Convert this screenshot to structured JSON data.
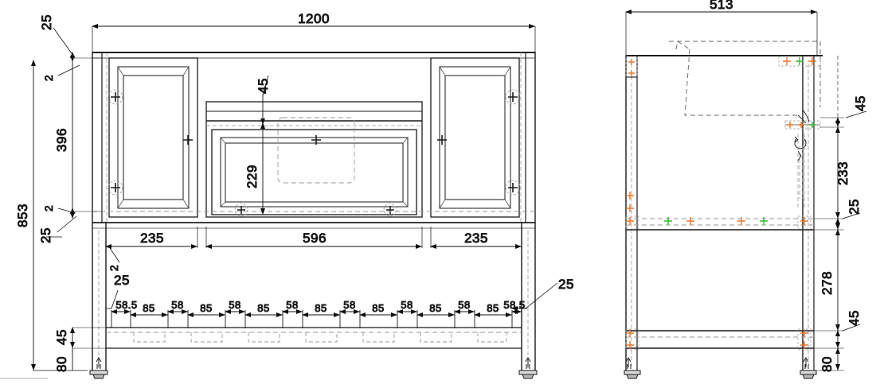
{
  "drawing": {
    "title": "Vanity cabinet dimensioned elevation drawing",
    "units": "mm",
    "line_color": "#1a1a1a",
    "dim_color": "#111111",
    "hidden_line_color": "#9a9a9a",
    "marker_colors": {
      "orange": "#e8762c",
      "green": "#2eb82e"
    }
  },
  "front_view": {
    "name": "front-elevation",
    "overall_width": "1200",
    "overall_height": "853",
    "top_rail_height": "396",
    "door_width_left": "235",
    "center_width": "596",
    "door_width_right": "235",
    "drawer_front_height": "229",
    "top_gap": "45",
    "panel_thickness_top": "2",
    "panel_thickness_mid": "2",
    "panel_thickness_side": "2",
    "edge_offset_top": "25",
    "edge_offset_mid": "25",
    "edge_offset_left": "25",
    "edge_offset_right": "25",
    "leg_height": "80",
    "bottom_rail_height": "45",
    "slat_chain": [
      "58.5",
      "85",
      "58",
      "85",
      "58",
      "85",
      "58",
      "85",
      "58",
      "85",
      "58",
      "85",
      "58",
      "85",
      "58.5"
    ]
  },
  "side_view": {
    "name": "side-elevation",
    "overall_depth": "513",
    "top_offset": "45",
    "drawer_opening": "233",
    "shelf_thickness": "25",
    "lower_opening": "278",
    "bottom_rail": "45",
    "leg_height": "80"
  }
}
